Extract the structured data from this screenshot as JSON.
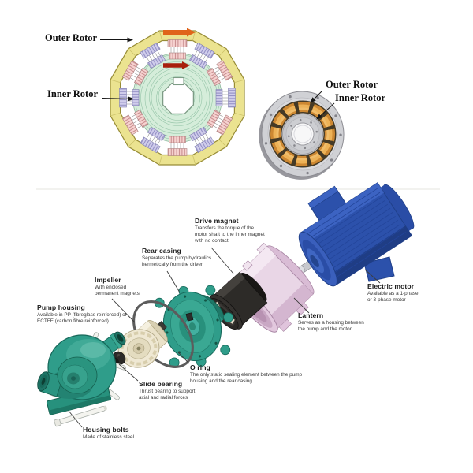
{
  "top_left_diagram": {
    "outer_rotor_label": "Outer Rotor",
    "inner_rotor_label": "Inner Rotor",
    "colors": {
      "stator_ring_yellow": "#ebe390",
      "flux_region_green": "#d5edda",
      "magnet_pink": "#f6d2d0",
      "magnet_lavender": "#d0cdeb",
      "arrow_orange": "#e0641a",
      "arrow_dark_red": "#a81f0c"
    }
  },
  "top_right_diagram": {
    "outer_rotor_label": "Outer Rotor",
    "inner_rotor_label": "Inner Rotor",
    "colors": {
      "steel_gray": "#d0d1d5",
      "magnet_copper": "#cd8832"
    }
  },
  "pump_diagram": {
    "parts": {
      "pump_housing": {
        "title": "Pump housing",
        "desc": "Available in PP (fibreglass reinforced) or\nECTFE (carbon fibre reinforced)"
      },
      "housing_bolts": {
        "title": "Housing bolts",
        "desc": "Made of stainless steel"
      },
      "slide_bearing": {
        "title": "Slide bearing",
        "desc": "Thrust bearing to support\naxial and radial forces"
      },
      "impeller": {
        "title": "Impeller",
        "desc": "With enclosed\npermanent magnets"
      },
      "o_ring": {
        "title": "O ring",
        "desc": "The only static sealing element between the pump\nhousing and the rear casing"
      },
      "rear_casing": {
        "title": "Rear casing",
        "desc": "Separates the pump hydraulics\nhermetically from the driver"
      },
      "drive_magnet": {
        "title": "Drive magnet",
        "desc": "Transfers the torque of the\nmotor shaft to the inner magnet\nwith no contact."
      },
      "lantern": {
        "title": "Lantern",
        "desc": "Serves as a housing between\nthe pump and the motor"
      },
      "electric_motor": {
        "title": "Electric motor",
        "desc": "Available as a 1-phase\nor 3-phase motor"
      }
    },
    "colors": {
      "pump_teal": "#2f9d8a",
      "impeller_cream": "#eae2c9",
      "drive_magnet_black": "#2d2b28",
      "lantern_pink": "#e9d6e6",
      "motor_blue": "#2c51ab"
    }
  }
}
